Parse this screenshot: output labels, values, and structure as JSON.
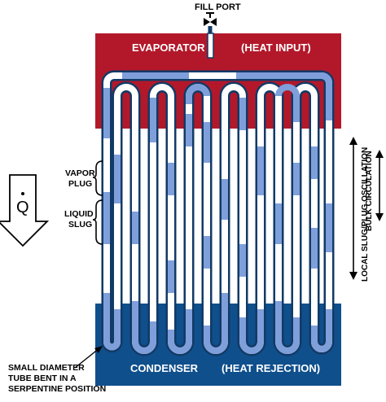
{
  "labels": {
    "fill_port": "FILL PORT",
    "evaporator": "EVAPORATOR",
    "heat_input": "(HEAT INPUT)",
    "condenser": "CONDENSER",
    "heat_rejection": "(HEAT REJECTION)",
    "vapor_plug": [
      "VAPOR",
      "PLUG"
    ],
    "liquid_slug": [
      "LIQUID",
      "SLUG"
    ],
    "heat_symbol": "Q",
    "tube_note": [
      "SMALL DIAMETER",
      "TUBE BENT IN A",
      "SERPENTINE POSITION"
    ],
    "local_oscillation": "LOCAL SLUG/PLUG OSCILLATION",
    "bulk_circulation": "BULK CIRCULATION"
  },
  "colors": {
    "evaporator": "#b3182a",
    "condenser": "#0f4f8c",
    "tube_outline": "#123a66",
    "liquid": "#7f9fdb",
    "vapor": "#ffffff"
  }
}
